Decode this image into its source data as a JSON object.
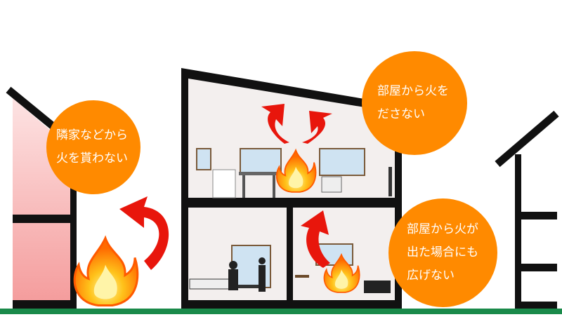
{
  "title": "火災の延焼防止",
  "bubbles": {
    "neighbor": {
      "line1": "隣家などから",
      "line2": "火を貰わない"
    },
    "room": {
      "line1": "部屋から火を",
      "line2": "ださない"
    },
    "spread": {
      "line1": "部屋から火が",
      "line2": "出た場合にも",
      "line3": "広げない"
    }
  },
  "colors": {
    "bubble": "#ff8a00",
    "arrow": "#e8160c",
    "ground": "#1a8a4a",
    "wall": "#111111",
    "interior": "#f3efee",
    "neighbor_wall": "#f7b6b6"
  }
}
